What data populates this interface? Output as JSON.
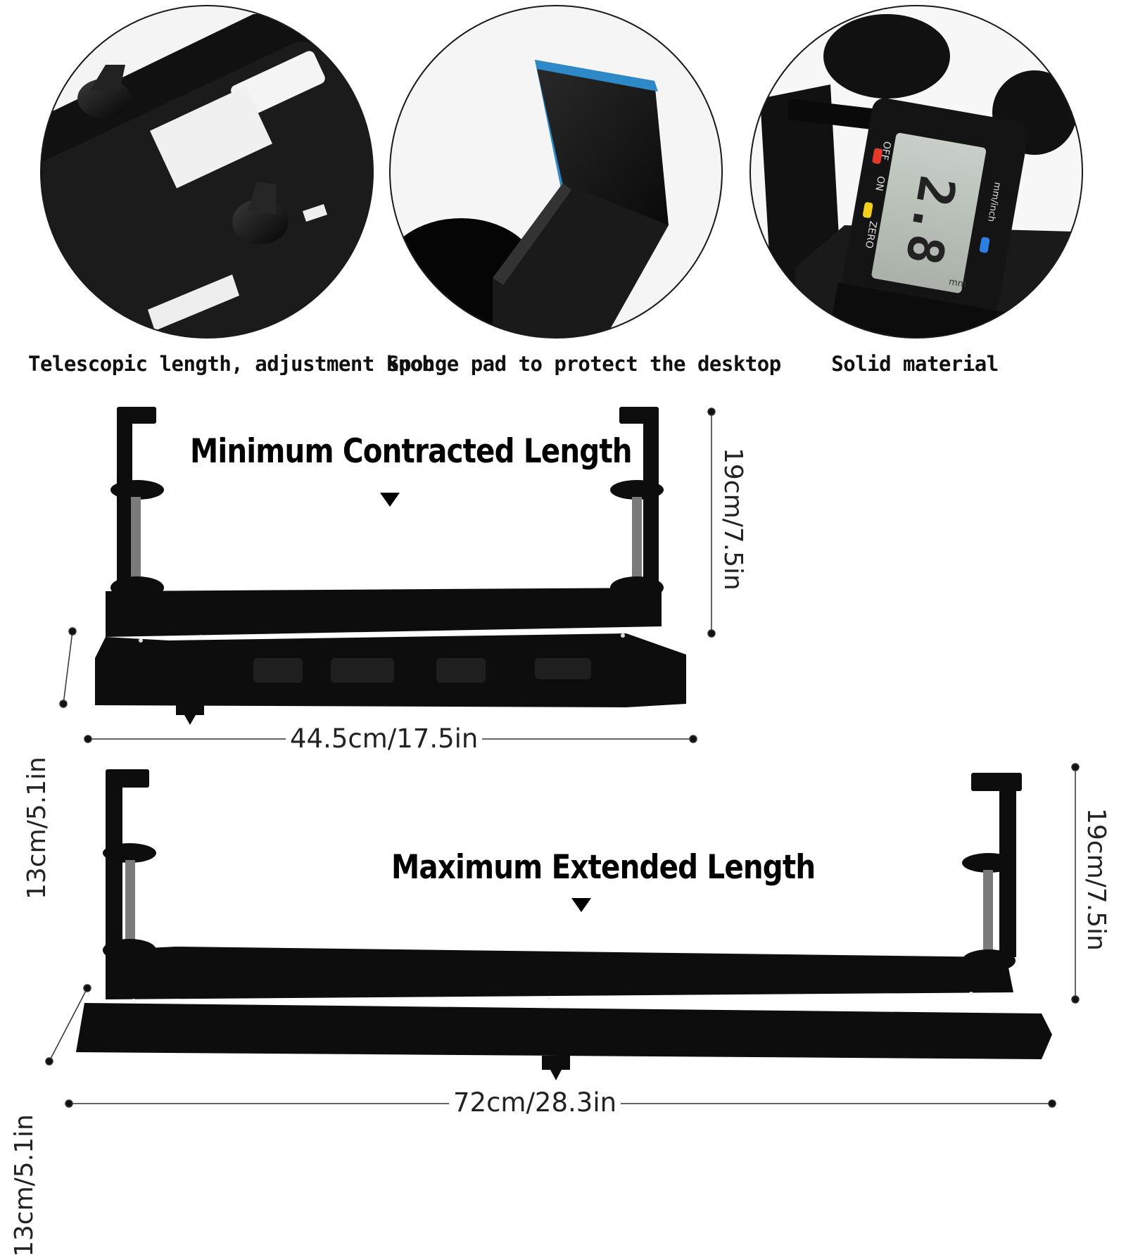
{
  "features": [
    {
      "caption": "Telescopic length, adjustment knob",
      "icon": "knob-detail-photo"
    },
    {
      "caption": "Sponge pad to protect the desktop",
      "icon": "sponge-pad-photo"
    },
    {
      "caption": "Solid material",
      "icon": "caliper-photo"
    }
  ],
  "caliper": {
    "reading": "2.8",
    "unit": "mm",
    "off_label": "OFF",
    "on_label": "ON",
    "zero_label": "ZERO",
    "mode_label": "mm/inch"
  },
  "contracted": {
    "title": "Minimum Contracted Length",
    "width_label": "44.5cm/17.5in",
    "height_label": "19cm/7.5in",
    "depth_label": "13cm/5.1in"
  },
  "extended": {
    "title": "Maximum Extended Length",
    "width_label": "72cm/28.3in",
    "height_label": "19cm/7.5in",
    "depth_label": "13cm/5.1in"
  },
  "colors": {
    "product": "#0d0d0d",
    "pad_edge": "#2e89c9",
    "text": "#111111"
  }
}
